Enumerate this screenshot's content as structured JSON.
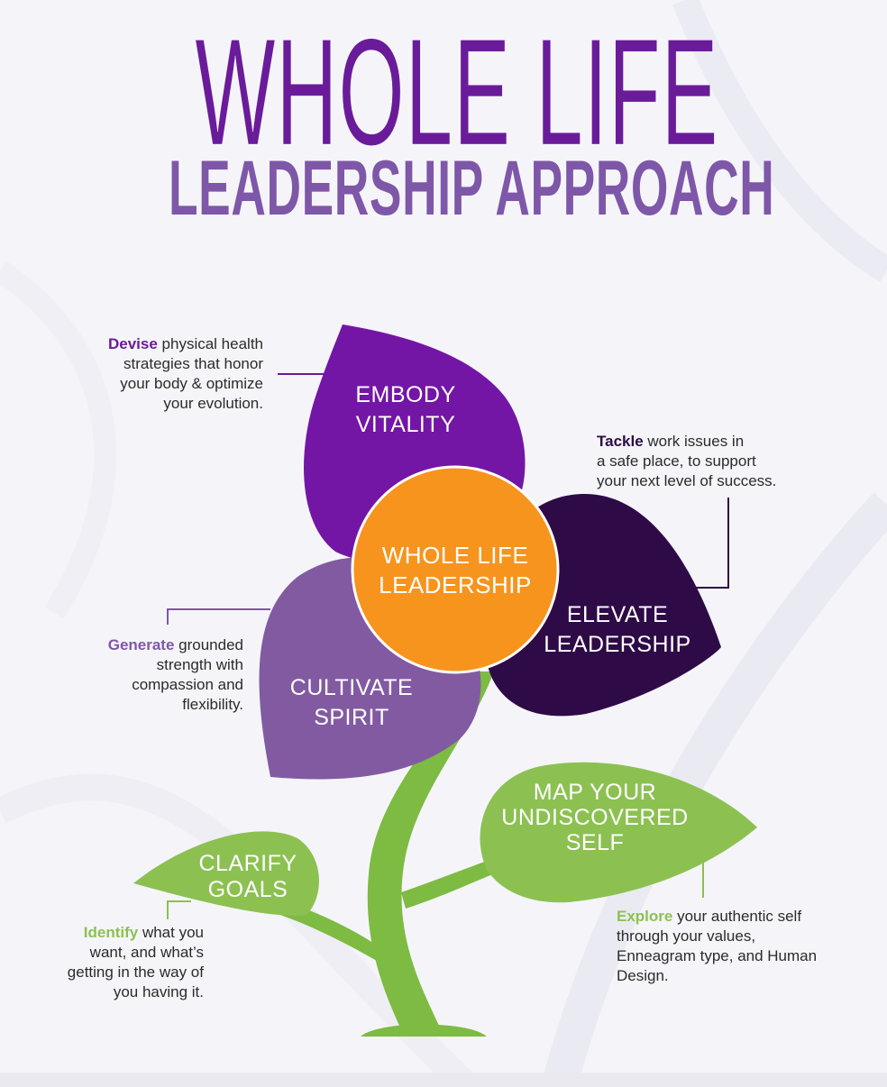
{
  "title": {
    "line1": "WHOLE LIFE",
    "line2": "LEADERSHIP APPROACH"
  },
  "center": {
    "line1": "WHOLE LIFE",
    "line2": "LEADERSHIP"
  },
  "petals": {
    "embody": {
      "line1": "EMBODY",
      "line2": "VITALITY"
    },
    "elevate": {
      "line1": "ELEVATE",
      "line2": "LEADERSHIP"
    },
    "cultivate": {
      "line1": "CULTIVATE",
      "line2": "SPIRIT"
    },
    "map": {
      "line1": "MAP YOUR",
      "line2": "UNDISCOVERED",
      "line3": "SELF"
    },
    "clarify": {
      "line1": "CLARIFY",
      "line2": "GOALS"
    }
  },
  "notes": {
    "devise": {
      "keyword": "Devise",
      "lines": [
        "physical health",
        "strategies that honor",
        "your body & optimize",
        "your evolution."
      ]
    },
    "tackle": {
      "keyword": "Tackle",
      "lines": [
        "work issues in",
        "a safe place, to support",
        "your next level of success."
      ]
    },
    "generate": {
      "keyword": "Generate",
      "lines": [
        "grounded",
        "strength with",
        "compassion and",
        "flexibility."
      ]
    },
    "explore": {
      "keyword": "Explore",
      "lines": [
        "your authentic self",
        "through your values,",
        "Enneagram type, and Human",
        "Design."
      ]
    },
    "identify": {
      "keyword": "Identify",
      "lines": [
        "what you",
        "want, and what’s",
        "getting in the way of",
        "you having it."
      ]
    }
  },
  "colors": {
    "deep_purple": "#6a1b9a",
    "violet": "#7b1fa2",
    "dark_purple": "#2e0a47",
    "lavender": "#8a5aa6",
    "orange": "#f7941d",
    "green": "#8cc152",
    "stem_green": "#7dbb42",
    "note_purple": "#6a1b9a",
    "note_lavender": "#7e57a8",
    "note_green": "#8cc152"
  }
}
